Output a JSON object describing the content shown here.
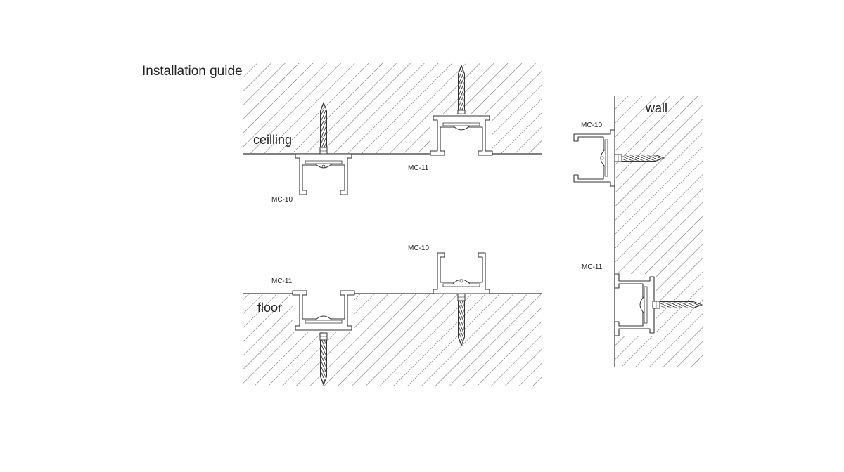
{
  "diagram": {
    "title": "Installation guide",
    "regions": {
      "ceiling": "ceilling",
      "floor": "floor",
      "wall": "wall"
    },
    "parts": {
      "ceiling_mc10": "MC-10",
      "ceiling_mc11": "MC-11",
      "floor_mc11": "MC-11",
      "floor_mc10": "MC-10",
      "wall_mc10": "MC-10",
      "wall_mc11": "MC-11"
    }
  },
  "colors": {
    "line": "#333333",
    "hatch": "#444444",
    "profile_fill": "#ffffff"
  }
}
